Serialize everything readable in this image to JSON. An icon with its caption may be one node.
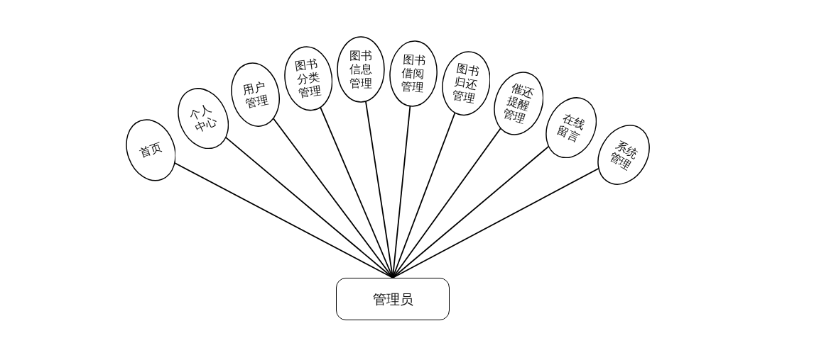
{
  "diagram": {
    "nodes": [
      {
        "text": [
          "首页"
        ]
      },
      {
        "text": [
          "个人中心"
        ]
      },
      {
        "text": [
          "用户管理"
        ]
      },
      {
        "text": [
          "图书分类管理"
        ]
      },
      {
        "text": [
          "图书信息管理"
        ]
      },
      {
        "text": [
          "图书借阅管理"
        ]
      },
      {
        "text": [
          "图书归还管理"
        ]
      },
      {
        "text": [
          "催还提醒管理"
        ]
      },
      {
        "text": [
          "在线留言"
        ]
      },
      {
        "text": [
          "系统管理"
        ]
      },
      {
        "text": [
          "管理员"
        ]
      }
    ],
    "edges": [
      {
        "from": 10,
        "to": 0,
        "arrow": "none"
      },
      {
        "from": 10,
        "to": 1,
        "arrow": "none"
      },
      {
        "from": 10,
        "to": 2,
        "arrow": "none"
      },
      {
        "from": 10,
        "to": 3,
        "arrow": "none"
      },
      {
        "from": 10,
        "to": 4,
        "arrow": "none"
      },
      {
        "from": 10,
        "to": 5,
        "arrow": "none"
      },
      {
        "from": 10,
        "to": 6,
        "arrow": "none"
      },
      {
        "from": 10,
        "to": 7,
        "arrow": "none"
      },
      {
        "from": 10,
        "to": 8,
        "arrow": "none"
      },
      {
        "from": 10,
        "to": 9,
        "arrow": "none"
      }
    ]
  }
}
